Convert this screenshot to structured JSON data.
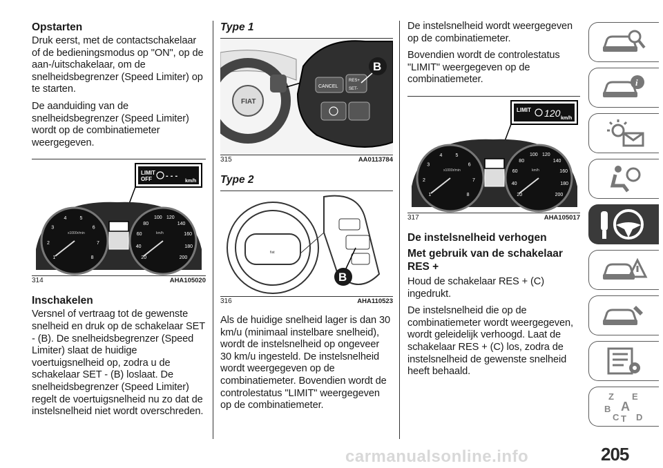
{
  "col1": {
    "h_opstarten": "Opstarten",
    "p1": "Druk eerst, met de contactschakelaar of de bedieningsmodus op \"ON\", op de aan-/uitschakelaar, om de snelheidsbegrenzer (Speed Limiter) op te starten.",
    "p2": "De aanduiding van de snelheidsbegrenzer (Speed Limiter) wordt op de combinatiemeter weergegeven.",
    "fig": {
      "num": "314",
      "code": "AHA105020",
      "display_limit": "LIMIT",
      "display_off": "OFF",
      "display_dashes": "- - -",
      "display_unit": "km/h"
    },
    "h_inschakelen": "Inschakelen",
    "p3": "Versnel of vertraag tot de gewenste snelheid en druk op de schakelaar SET - (B). De snelheidsbegrenzer (Speed Limiter) slaat de huidige voertuigsnelheid op, zodra u de schakelaar SET - (B) loslaat. De snelheidsbegrenzer (Speed Limiter) regelt de voertuigsnelheid nu zo dat de instelsnelheid niet wordt overschreden."
  },
  "col2": {
    "h_type1": "Type 1",
    "fig1": {
      "num": "315",
      "code": "AA0113784",
      "label": "B",
      "cancel": "CANCEL",
      "res": "RES+",
      "set": "SET-"
    },
    "h_type2": "Type 2",
    "fig2": {
      "num": "316",
      "code": "AHA110523",
      "label": "B"
    },
    "p1": "Als de huidige snelheid lager is dan 30 km/u (minimaal instelbare snelheid), wordt de instelsnelheid op ongeveer 30 km/u ingesteld. De instelsnelheid wordt weergegeven op de combinatiemeter. Bovendien wordt de controlestatus \"LIMIT\" weergegeven op de combinatiemeter."
  },
  "col3": {
    "p1": "De instelsnelheid wordt weergegeven op de combinatiemeter.",
    "p2": "Bovendien wordt de controlestatus \"LIMIT\" weergegeven op de combinatiemeter.",
    "fig": {
      "num": "317",
      "code": "AHA105017",
      "display_limit": "LIMIT",
      "display_speed": "120",
      "display_unit": "km/h"
    },
    "h_verhogen": "De instelsnelheid verhogen",
    "h_res": "Met gebruik van de schakelaar RES +",
    "p3": "Houd de schakelaar RES + (C) ingedrukt.",
    "p4": "De instelsnelheid die op de combinatiemeter wordt weergegeven, wordt geleidelijk verhoogd. Laat de schakelaar RES + (C) los, zodra de instelsnelheid de gewenste snelheid heeft behaald."
  },
  "gauge": {
    "tach": [
      "1",
      "2",
      "3",
      "4",
      "5",
      "6",
      "7",
      "8"
    ],
    "speed": [
      "20",
      "40",
      "60",
      "80",
      "100",
      "120",
      "140",
      "160",
      "180",
      "200"
    ],
    "tach_unit": "x1000r/min",
    "speed_unit": "km/h"
  },
  "tabs": [
    {
      "icon": "car-search-icon"
    },
    {
      "icon": "car-info-icon"
    },
    {
      "icon": "warning-light-mail-icon"
    },
    {
      "icon": "airbag-seat-icon"
    },
    {
      "icon": "steering-wheel-key-icon",
      "active": true
    },
    {
      "icon": "car-warning-triangle-icon"
    },
    {
      "icon": "car-service-icon"
    },
    {
      "icon": "list-settings-icon"
    },
    {
      "icon": "alphabet-index-icon",
      "letters": [
        "Z",
        "E",
        "B",
        "A",
        "C",
        "T",
        "D"
      ]
    }
  ],
  "page_number": "205",
  "watermark": "carmanualsonline.info"
}
